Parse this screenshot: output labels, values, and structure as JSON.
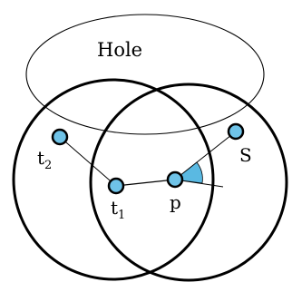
{
  "diagram": {
    "labels": {
      "hole": "Hole",
      "t2_base": "t",
      "t2_sub": "2",
      "t1_base": "t",
      "t1_sub": "1",
      "p": "p",
      "s": "S"
    },
    "colors": {
      "stroke": "#000000",
      "node_fill": "#6fc3e8",
      "angle_fill": "#5ab9e2",
      "background": "#ffffff"
    }
  }
}
